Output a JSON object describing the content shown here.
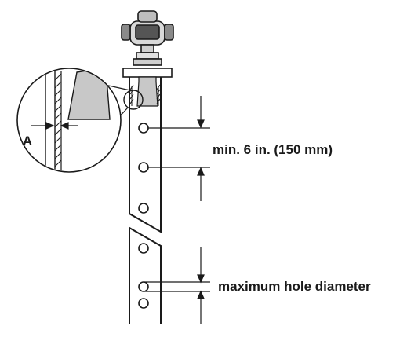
{
  "labels": {
    "detail_callout": "A",
    "hole_spacing": "min. 6 in. (150 mm)",
    "hole_diameter": "maximum hole diameter"
  },
  "colors": {
    "line": "#1a1a1a",
    "fill_gray": "#c8c8c8",
    "transmitter_body": "#d9d9d9",
    "transmitter_dark": "#555555"
  }
}
